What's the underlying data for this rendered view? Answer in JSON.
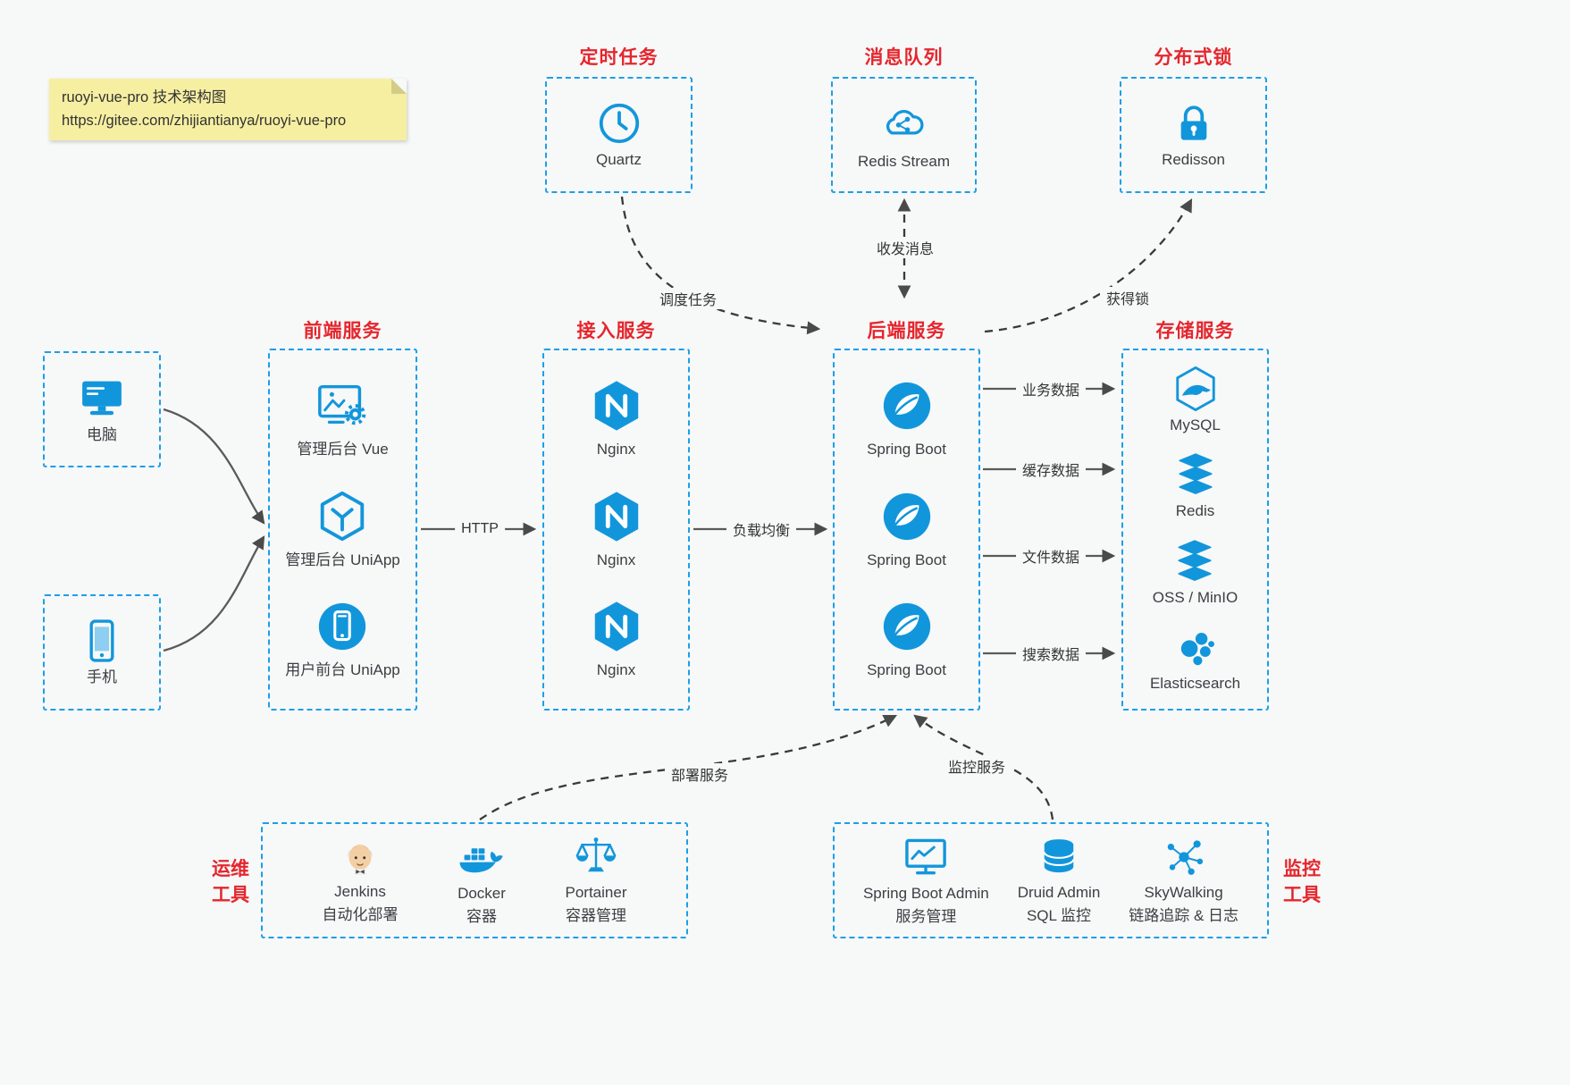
{
  "colors": {
    "accent_blue": "#1296db",
    "border_blue": "#1c9fe8",
    "title_red": "#e5262d",
    "background": "#f7f8f8",
    "note_bg": "#f6efa2",
    "text": "#3c4043"
  },
  "note": {
    "line1": "ruoyi-vue-pro 技术架构图",
    "line2": "https://gitee.com/zhijiantianya/ruoyi-vue-pro"
  },
  "top_groups": [
    {
      "title": "定时任务",
      "item": {
        "label": "Quartz",
        "icon": "clock-icon"
      }
    },
    {
      "title": "消息队列",
      "item": {
        "label": "Redis Stream",
        "icon": "cloud-stream-icon"
      }
    },
    {
      "title": "分布式锁",
      "item": {
        "label": "Redisson",
        "icon": "lock-icon"
      }
    }
  ],
  "clients": [
    {
      "label": "电脑",
      "icon": "desktop-icon"
    },
    {
      "label": "手机",
      "icon": "mobile-icon"
    }
  ],
  "columns": {
    "frontend": {
      "title": "前端服务",
      "items": [
        {
          "label": "管理后台 Vue",
          "icon": "admin-vue-icon"
        },
        {
          "label": "管理后台 UniApp",
          "icon": "uniapp-icon"
        },
        {
          "label": "用户前台 UniApp",
          "icon": "user-app-icon"
        }
      ]
    },
    "gateway": {
      "title": "接入服务",
      "items": [
        {
          "label": "Nginx",
          "icon": "nginx-icon"
        },
        {
          "label": "Nginx",
          "icon": "nginx-icon"
        },
        {
          "label": "Nginx",
          "icon": "nginx-icon"
        }
      ]
    },
    "backend": {
      "title": "后端服务",
      "items": [
        {
          "label": "Spring Boot",
          "icon": "spring-icon"
        },
        {
          "label": "Spring Boot",
          "icon": "spring-icon"
        },
        {
          "label": "Spring Boot",
          "icon": "spring-icon"
        }
      ]
    },
    "storage": {
      "title": "存储服务",
      "items": [
        {
          "label": "MySQL",
          "icon": "mysql-icon"
        },
        {
          "label": "Redis",
          "icon": "redis-stack-icon"
        },
        {
          "label": "OSS / MinIO",
          "icon": "oss-stack-icon"
        },
        {
          "label": "Elasticsearch",
          "icon": "elasticsearch-icon"
        }
      ]
    }
  },
  "edges": {
    "http": "HTTP",
    "load_balance": "负载均衡",
    "business_data": "业务数据",
    "cache_data": "缓存数据",
    "file_data": "文件数据",
    "search_data": "搜索数据",
    "schedule_task": "调度任务",
    "messaging": "收发消息",
    "acquire_lock": "获得锁",
    "deploy_service": "部署服务",
    "monitor_service": "监控服务"
  },
  "ops_tools": {
    "side_label": "运维工具",
    "items": [
      {
        "name": "Jenkins",
        "desc": "自动化部署",
        "icon": "jenkins-icon"
      },
      {
        "name": "Docker",
        "desc": "容器",
        "icon": "docker-icon"
      },
      {
        "name": "Portainer",
        "desc": "容器管理",
        "icon": "portainer-icon"
      }
    ]
  },
  "monitor_tools": {
    "side_label": "监控工具",
    "items": [
      {
        "name": "Spring Boot Admin",
        "desc": "服务管理",
        "icon": "admin-monitor-icon"
      },
      {
        "name": "Druid Admin",
        "desc": "SQL 监控",
        "icon": "druid-icon"
      },
      {
        "name": "SkyWalking",
        "desc": "链路追踪 & 日志",
        "icon": "skywalking-icon"
      }
    ]
  }
}
